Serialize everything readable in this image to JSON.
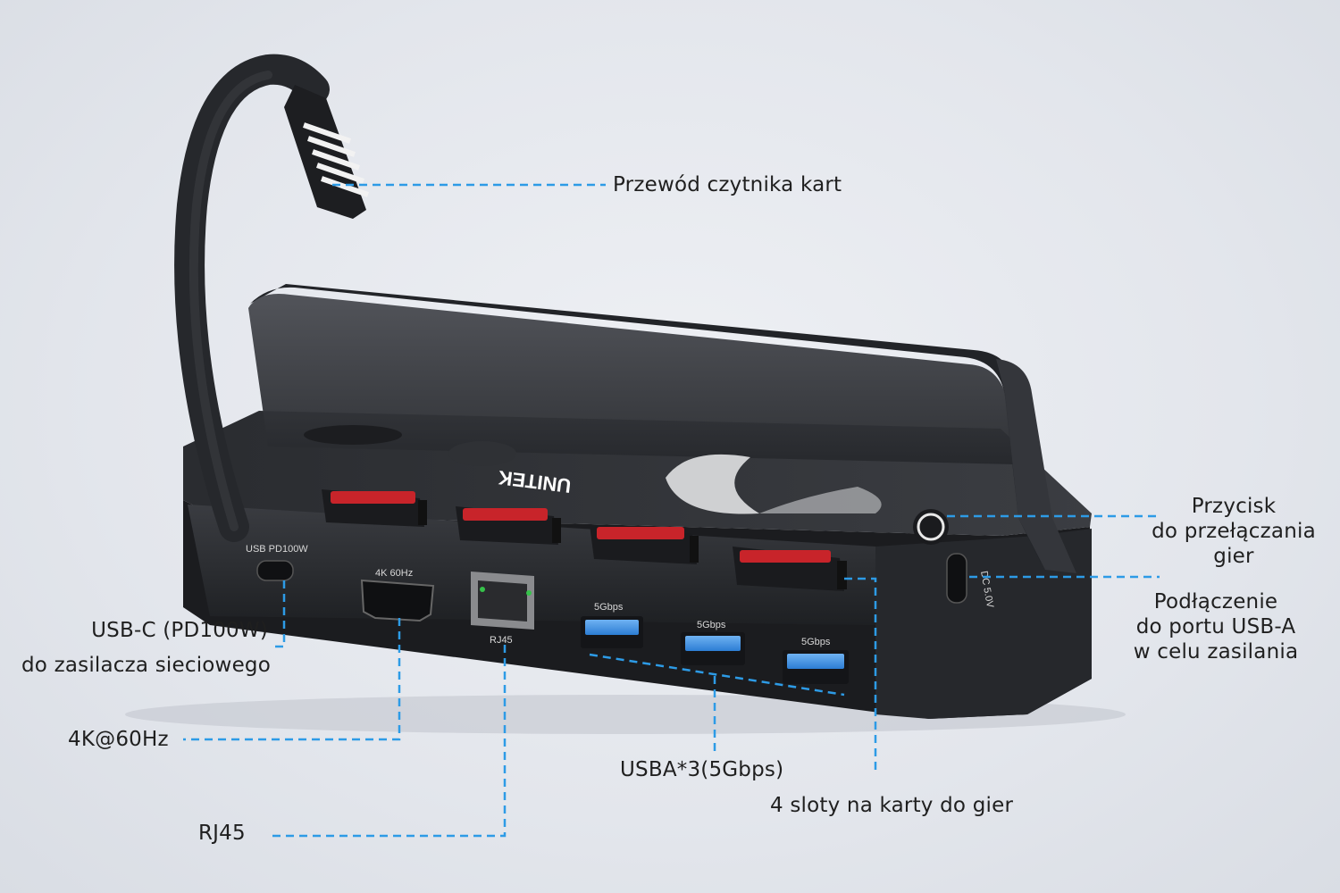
{
  "device": {
    "brand": "UNITEK",
    "port_labels": {
      "usb_c": "USB PD100W",
      "hdmi": "4K 60Hz",
      "rj45": "RJ45",
      "usb_a": [
        "5Gbps",
        "5Gbps",
        "5Gbps"
      ],
      "dc": "DC 5.0V"
    }
  },
  "callouts": {
    "card_reader_cable": "Przewód czytnika kart",
    "switch_button": [
      "Przycisk",
      "do przełączania",
      "gier"
    ],
    "usb_a_power": [
      "Podłączenie",
      "do portu USB-A",
      "w celu zasilania"
    ],
    "usb_c": [
      "USB-C (PD100W)",
      "do zasilacza sieciowego"
    ],
    "hdmi": "4K@60Hz",
    "usba3": "USBA*3(5Gbps)",
    "game_slots": "4 sloty na karty do gier",
    "rj45": "RJ45"
  },
  "colors": {
    "leader_line": "#2d9be6",
    "device_body": "#2b2d31",
    "card_slot": "#c8242a",
    "usb_port": "#3d8fe0"
  }
}
